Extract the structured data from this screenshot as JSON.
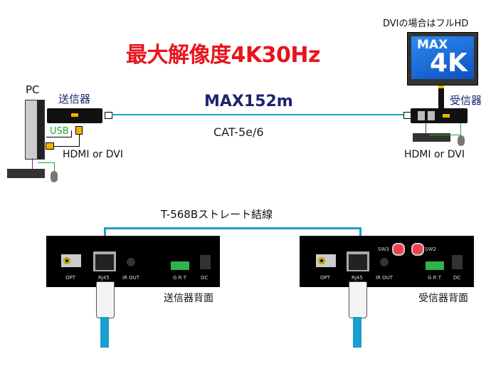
{
  "title": "最大解像度4K30Hz",
  "distance": "MAX152m",
  "cable_type": "CAT-5e/6",
  "wiring": "T-568Bストレート結線",
  "dvi_note": "DVIの場合はフルHD",
  "monitor": {
    "line1": "MAX",
    "line2": "4K"
  },
  "pc_label": "PC",
  "transmitter_label": "送信器",
  "receiver_label": "受信器",
  "usb_label": "USB",
  "hdmi_left": "HDMI or DVI",
  "hdmi_right": "HDMI or DVI",
  "tx_back_label": "送信器背面",
  "rx_back_label": "受信器背面",
  "ports": {
    "opt": "OPT",
    "rj45": "RJ45",
    "ir": "IR OUT",
    "grt": "G R T",
    "dc": "DC",
    "sw3": "SW3",
    "sw2": "SW2"
  },
  "colors": {
    "accent_red": "#e8141e",
    "navy": "#1c2570",
    "cable": "#1a9dd0"
  }
}
